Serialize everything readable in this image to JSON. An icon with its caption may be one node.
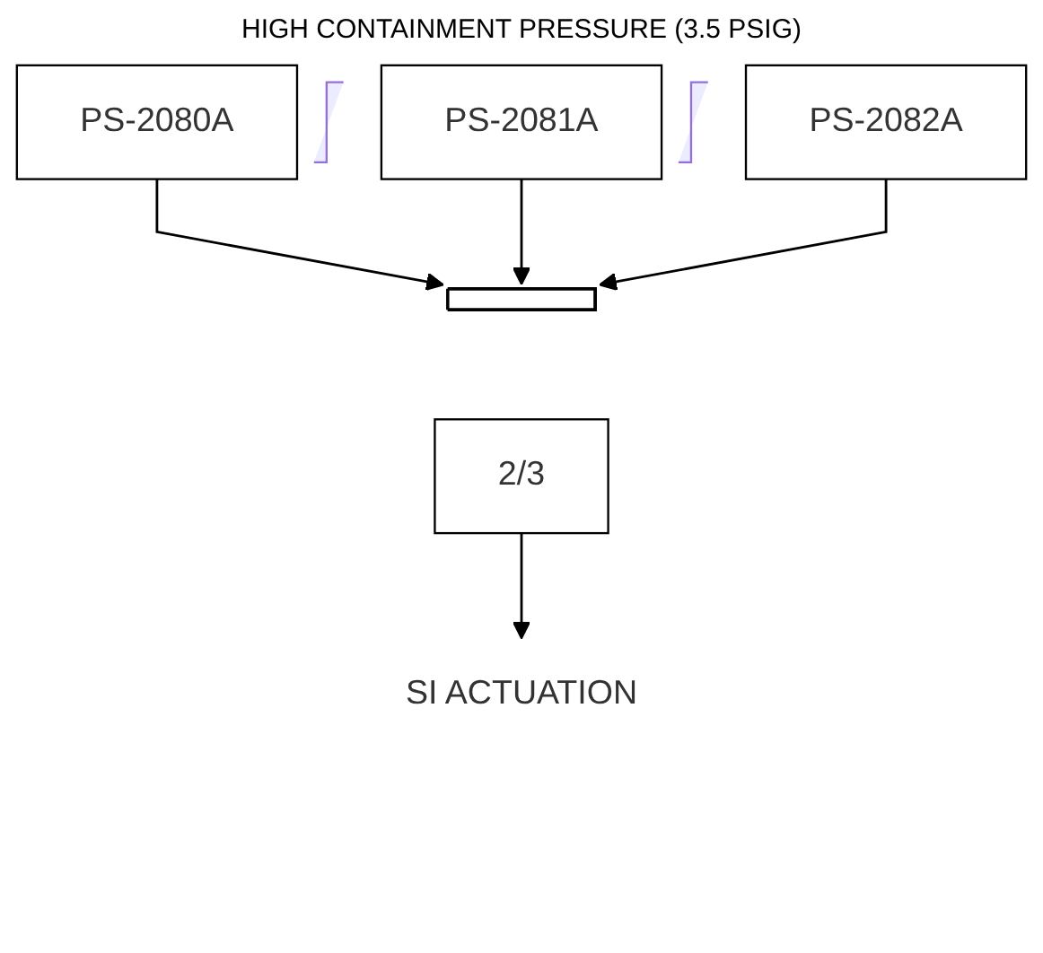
{
  "diagram": {
    "title": "HIGH CONTAINMENT PRESSURE (3.5 PSIG)",
    "nodes": [
      {
        "text": [
          "PS-2080A"
        ]
      },
      {
        "text": [
          "PS-2081A"
        ]
      },
      {
        "text": [
          "PS-2082A"
        ]
      },
      {
        "text": [],
        "shape": "bar"
      },
      {
        "text": [
          "2/3"
        ]
      },
      {
        "text": [
          "SI ACTUATION"
        ]
      }
    ],
    "edges": [
      {
        "from": 0,
        "to": 3,
        "arrow": "to"
      },
      {
        "from": 1,
        "to": 3,
        "arrow": "to"
      },
      {
        "from": 2,
        "to": 3,
        "arrow": "to"
      },
      {
        "from": 4,
        "to": 5,
        "arrow": "to"
      }
    ]
  }
}
